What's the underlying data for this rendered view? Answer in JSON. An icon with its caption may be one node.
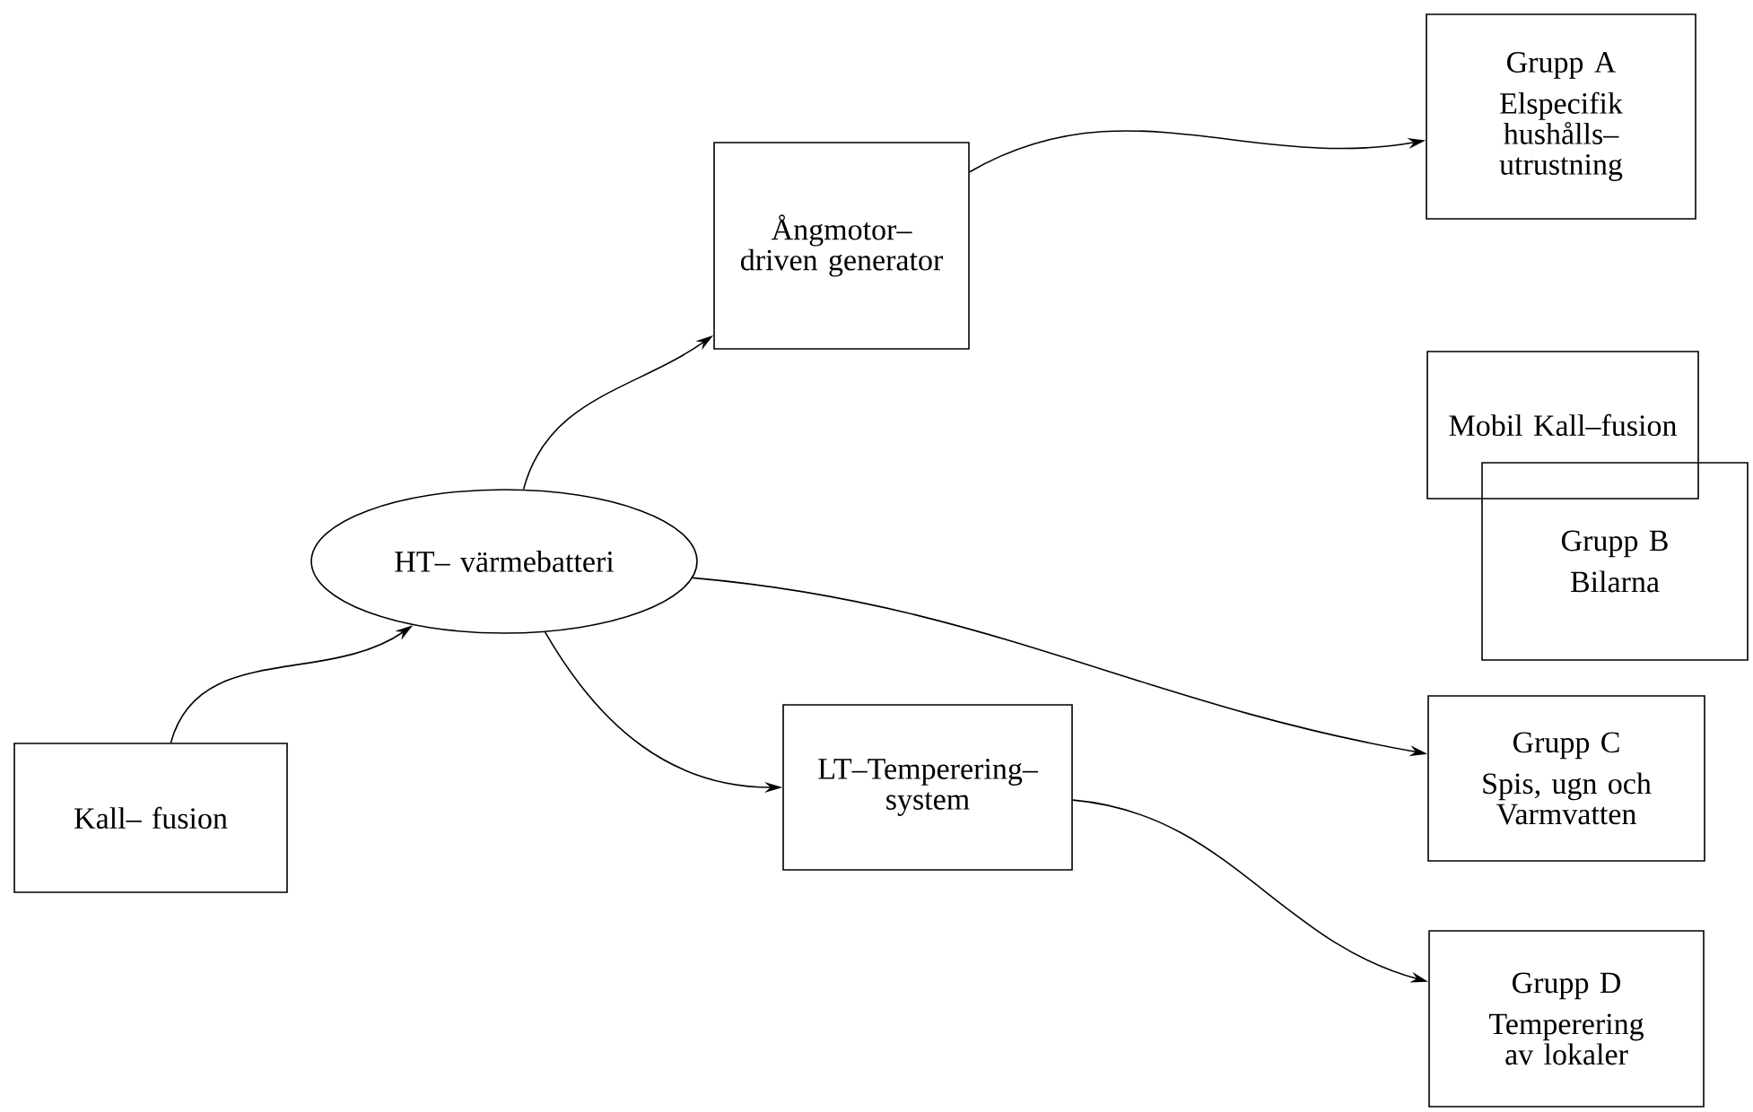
{
  "diagram": {
    "nodes": [
      {
        "text": [
          "Kall– fusion"
        ]
      },
      {
        "text": [
          "HT– värmebatteri"
        ]
      },
      {
        "text": [
          "Ångmotor– driven generator"
        ]
      },
      {
        "text": [
          "LT–Temperering– system"
        ]
      },
      {
        "text": [
          "Grupp A",
          "Elspecifik hushålls– utrustning"
        ]
      },
      {
        "text": [
          "Mobil Kall–fusion"
        ]
      },
      {
        "text": [
          "Grupp B",
          "Bilarna"
        ]
      },
      {
        "text": [
          "Grupp C",
          "Spis, ugn och Varmvatten"
        ]
      },
      {
        "text": [
          "Grupp D",
          "Temperering av lokaler"
        ]
      }
    ],
    "edges": [
      {
        "from": 0,
        "to": 1,
        "arrow": "to"
      },
      {
        "from": 1,
        "to": 2,
        "arrow": "to"
      },
      {
        "from": 2,
        "to": 4,
        "arrow": "to"
      },
      {
        "from": 1,
        "to": 7,
        "arrow": "to"
      },
      {
        "from": 1,
        "to": 3,
        "arrow": "to"
      },
      {
        "from": 3,
        "to": 8,
        "arrow": "to"
      }
    ]
  }
}
